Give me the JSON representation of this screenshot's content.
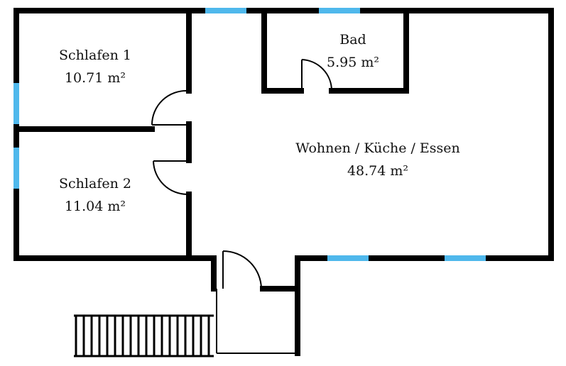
{
  "rooms": [
    {
      "name": "Schlafen 1",
      "area": "10.71 m²"
    },
    {
      "name": "Schlafen 2",
      "area": "11.04 m²"
    },
    {
      "name": "Bad",
      "area": "5.95 m²"
    },
    {
      "name": "Wohnen / Küche / Essen",
      "area": "48.74 m²"
    }
  ],
  "colors": {
    "wall": "#000000",
    "window": "#4fb8ec",
    "background": "#ffffff"
  }
}
